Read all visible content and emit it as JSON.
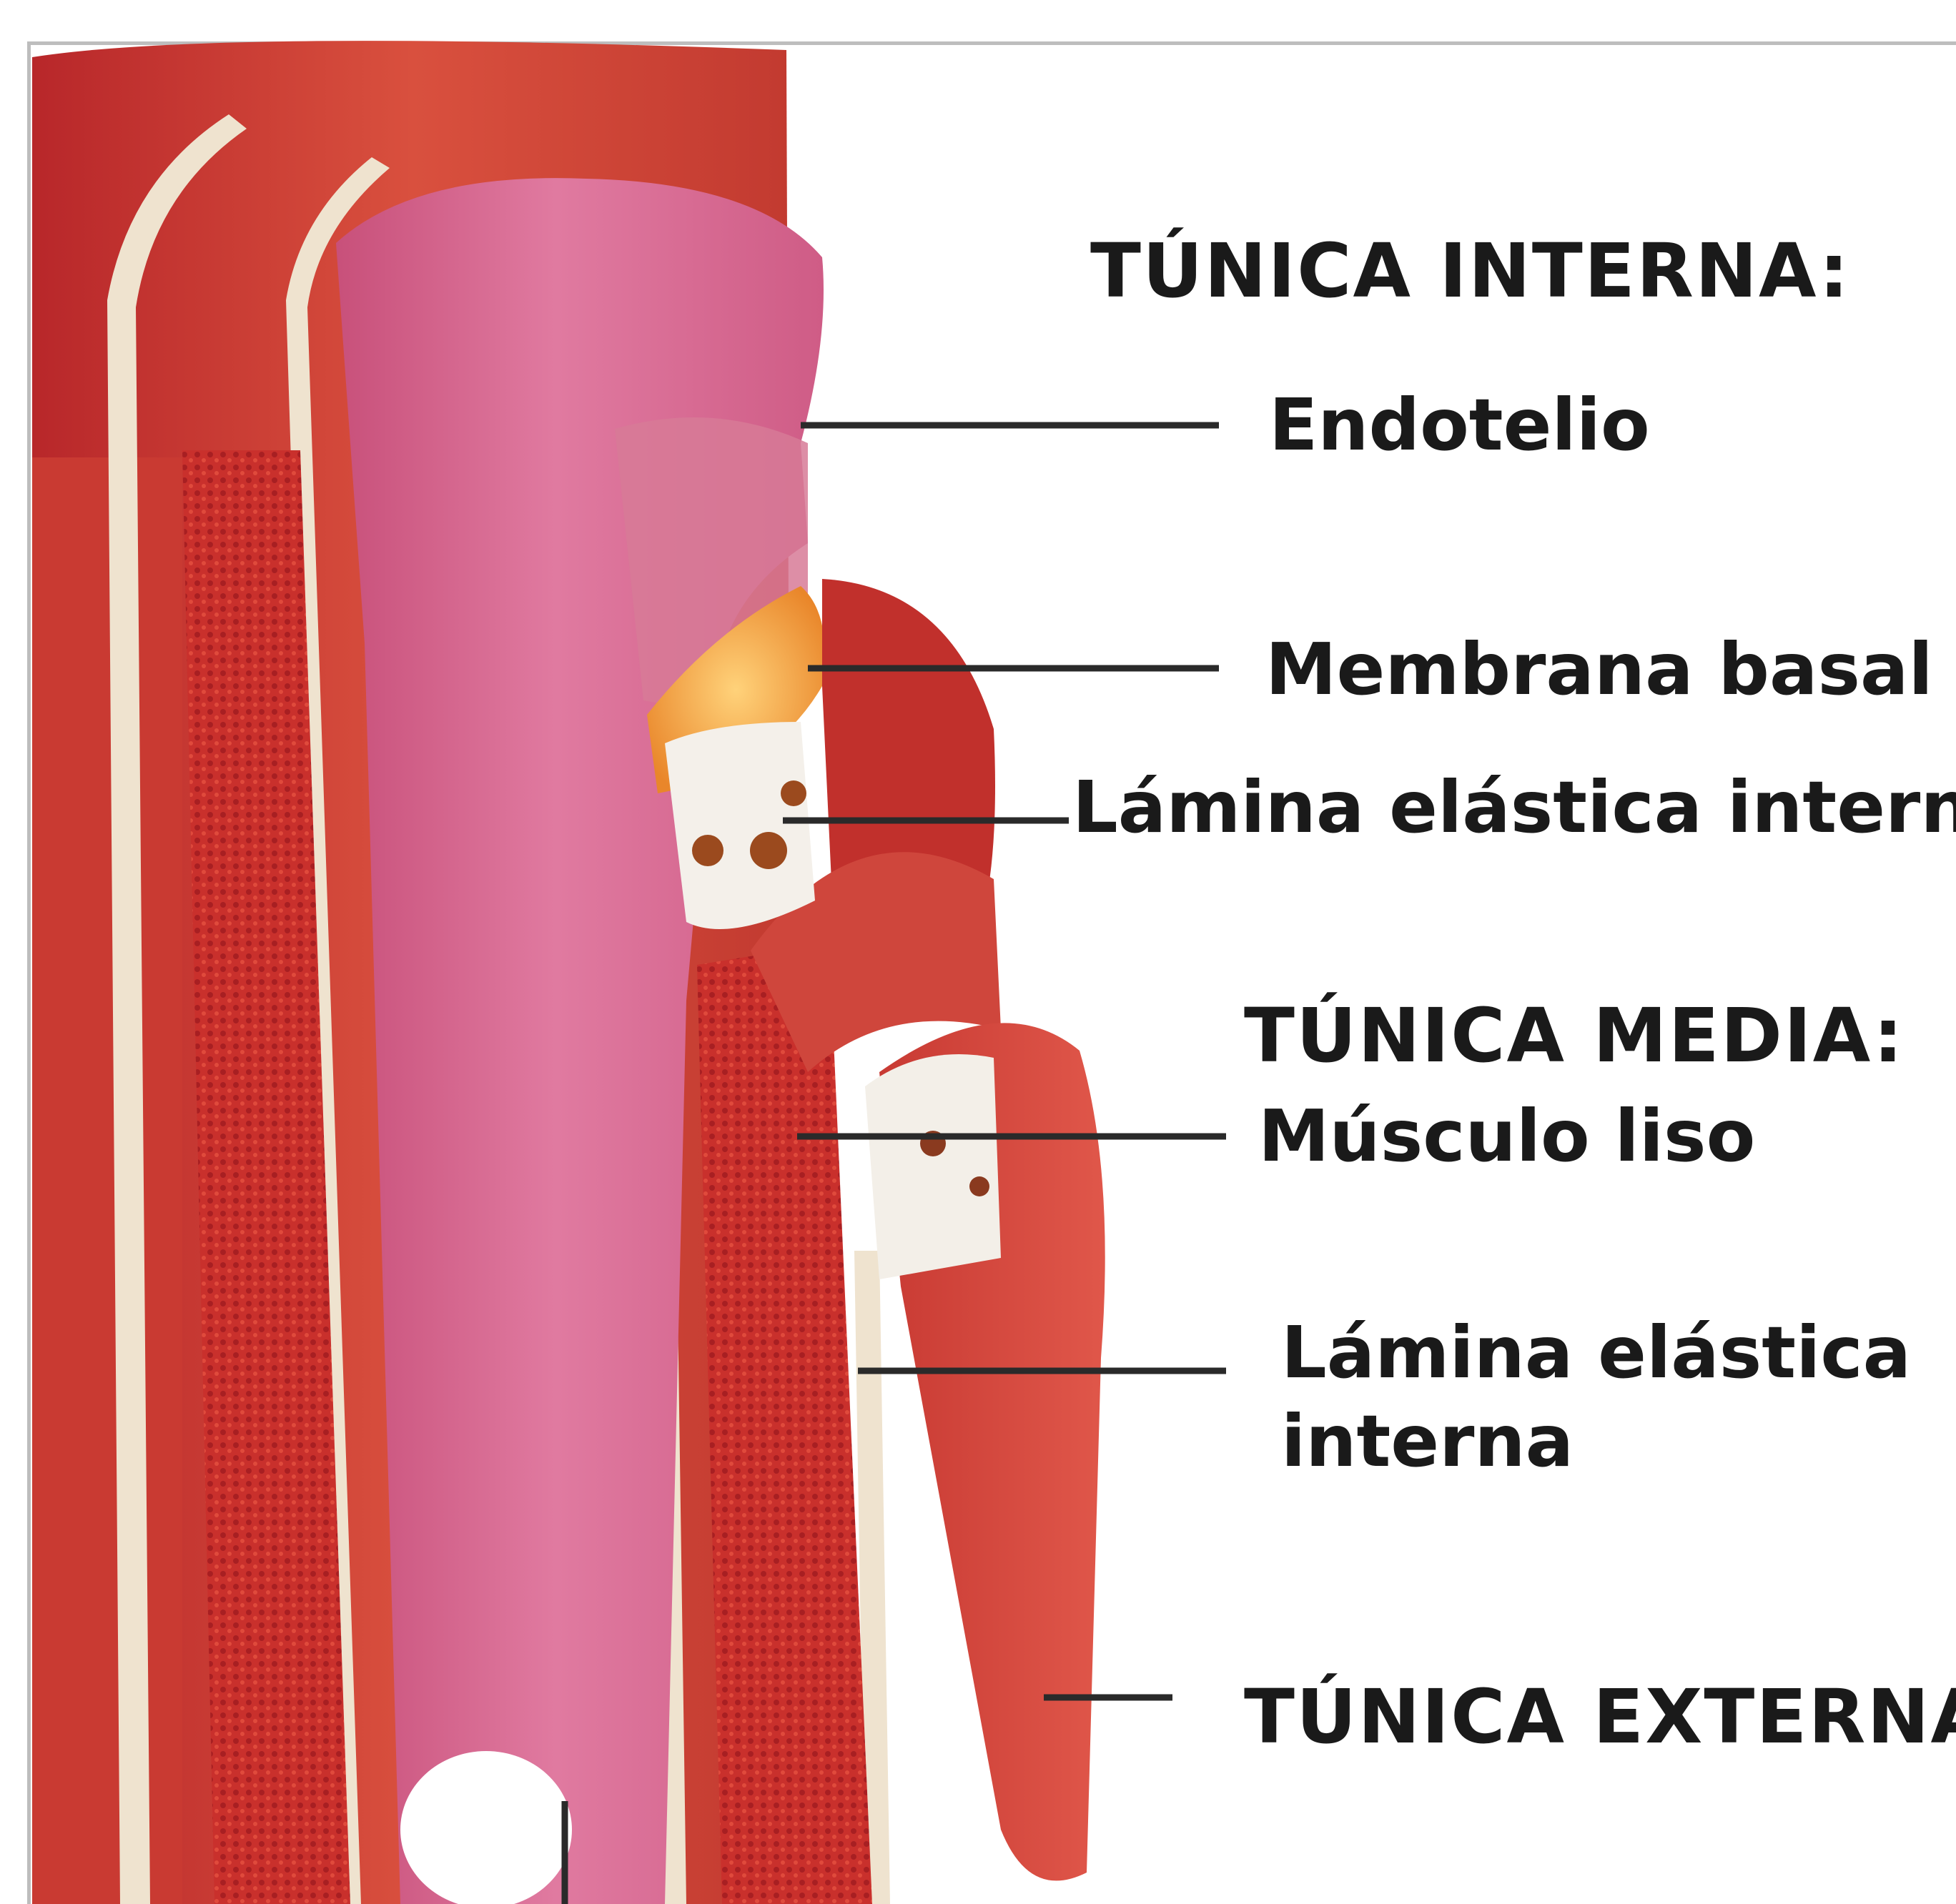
{
  "labels": {
    "tunica_interna": "TÚNICA INTERNA:",
    "endotelio": "Endotelio",
    "membrana_basal": "Membrana basal",
    "lamina_elastica_interna_1": "Lámina elástica interna",
    "tunica_media": "TÚNICA MEDIA:",
    "musculo_liso": "Músculo liso",
    "lamina_elastica_2_line1": "Lámina elástica",
    "lamina_elastica_2_line2": "interna",
    "tunica_externa": "TÚNICA EXTERNA"
  },
  "colors": {
    "background": "#ffffff",
    "muscle_red": "#c8302a",
    "intima_pink": "#d86b8a",
    "basal_orange": "#f2a23a",
    "elastic_cream": "#efe6d6",
    "leader_line": "#2a2a2a"
  }
}
